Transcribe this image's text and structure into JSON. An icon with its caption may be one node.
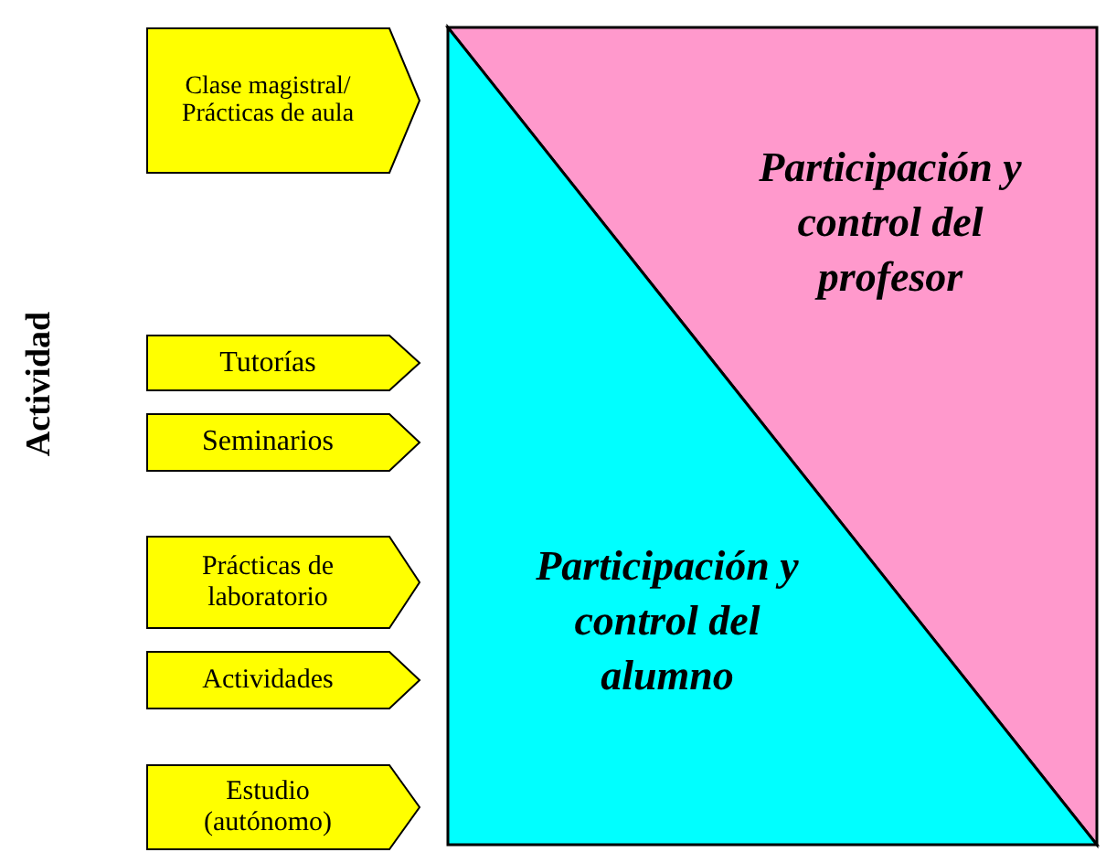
{
  "diagram": {
    "nodes": [
      {
        "text": [
          "Clase magistral/ Prácticas de aula"
        ]
      },
      {
        "text": [
          "Tutorías"
        ]
      },
      {
        "text": [
          "Seminarios"
        ]
      },
      {
        "text": [
          "Prácticas de laboratorio"
        ]
      },
      {
        "text": [
          "Actividades"
        ]
      },
      {
        "text": [
          "Estudio (autónomo)"
        ]
      },
      {
        "text": [
          "Participación y control del profesor"
        ]
      },
      {
        "text": [
          "Participación y control del alumno"
        ]
      }
    ],
    "labels": [
      "Actividad"
    ]
  }
}
